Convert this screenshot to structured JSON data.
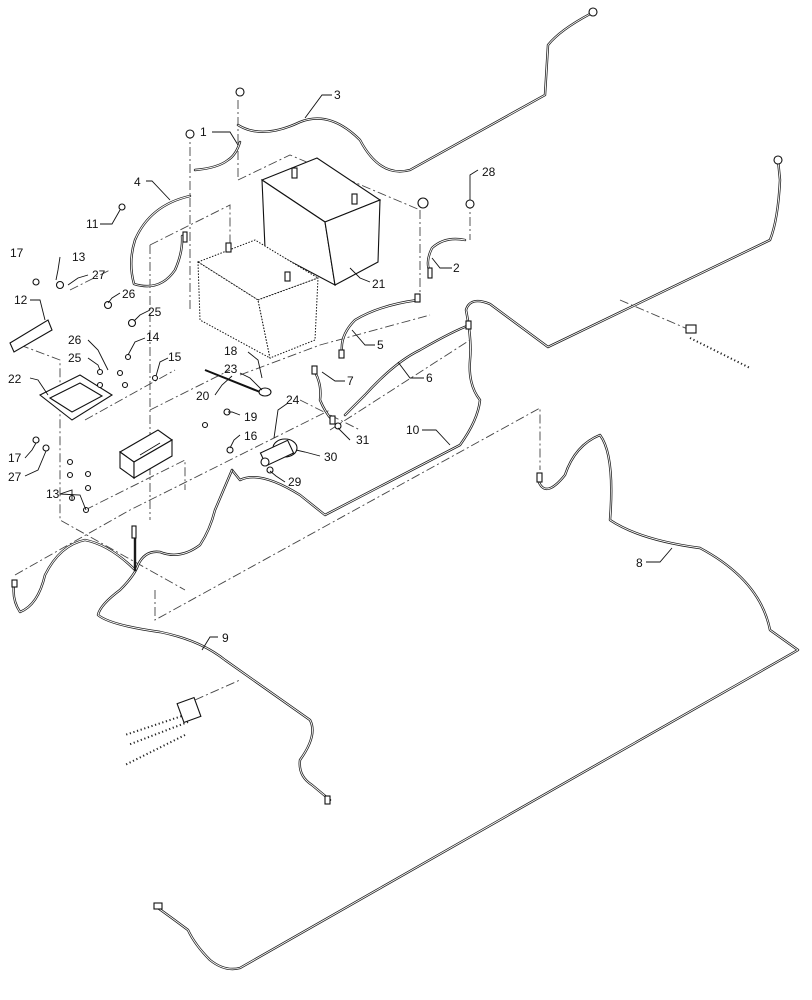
{
  "diagram": {
    "callouts": [
      "1",
      "2",
      "3",
      "4",
      "5",
      "6",
      "7",
      "8",
      "9",
      "10",
      "11",
      "12",
      "13",
      "13",
      "14",
      "15",
      "16",
      "17",
      "17",
      "18",
      "19",
      "20",
      "21",
      "22",
      "23",
      "24",
      "25",
      "25",
      "26",
      "26",
      "27",
      "27",
      "28",
      "29",
      "30",
      "31"
    ]
  }
}
